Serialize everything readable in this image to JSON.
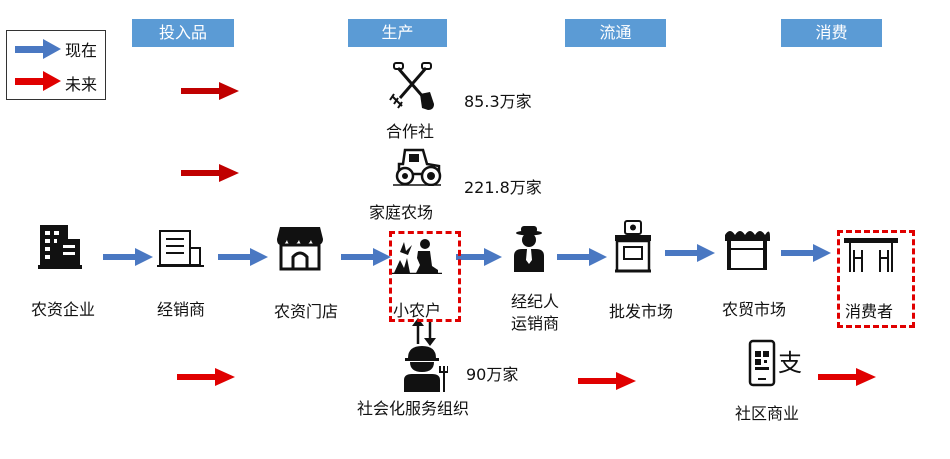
{
  "stages": [
    "投入品",
    "生产",
    "流通",
    "消费"
  ],
  "legend": {
    "current": "现在",
    "future": "未来"
  },
  "nodes": {
    "input_enterprise": "农资企业",
    "distributor": "经销商",
    "store": "农资门店",
    "small_farmer": "小农户",
    "broker": "经纪人\n运销商",
    "wholesale": "批发市场",
    "farmers_market": "农贸市场",
    "consumer": "消费者"
  },
  "future_entities": {
    "cooperative": {
      "label": "合作社",
      "count": "85.3万家"
    },
    "family_farm": {
      "label": "家庭农场",
      "count": "221.8万家"
    },
    "service_org": {
      "label": "社会化服务组织",
      "count": "90万家"
    },
    "community_commerce": {
      "label": "社区商业"
    }
  },
  "colors": {
    "current_arrow": "#4a78c2",
    "future_arrow": "#e00000",
    "stage_bg": "#5b9bd5"
  },
  "icons": [
    "building-icon",
    "document-icon",
    "store-icon",
    "farmer-icon",
    "broker-icon",
    "market-stall-icon",
    "awning-icon",
    "dining-table-icon",
    "tools-icon",
    "tractor-icon",
    "worker-icon",
    "phone-pay-icon"
  ]
}
